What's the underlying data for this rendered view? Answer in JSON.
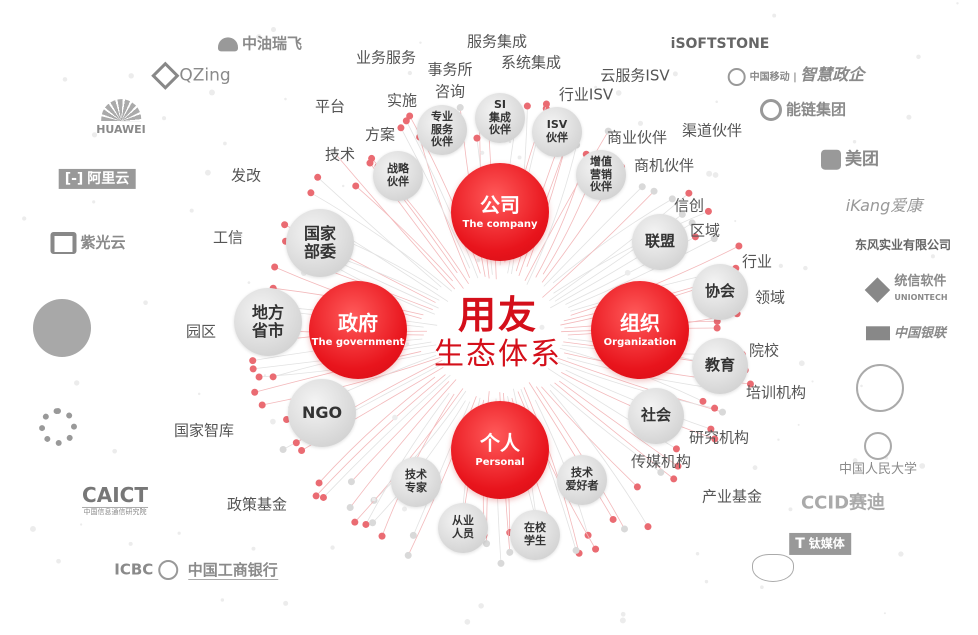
{
  "center": {
    "title_line1": "用友",
    "title_line2": "生态体系"
  },
  "core_nodes": [
    {
      "zh": "公司",
      "en": "The company"
    },
    {
      "zh": "政府",
      "en": "The government"
    },
    {
      "zh": "组织",
      "en": "Organization"
    },
    {
      "zh": "个人",
      "en": "Personal"
    }
  ],
  "sub_nodes": {
    "company": [
      "战略\n伙伴",
      "专业\n服务\n伙伴",
      "SI\n集成\n伙伴",
      "ISV\n伙伴",
      "增值\n营销\n伙伴"
    ],
    "government": [
      "国家\n部委",
      "地方\n省市",
      "NGO"
    ],
    "organization": [
      "联盟",
      "协会",
      "教育",
      "社会"
    ],
    "personal": [
      "技术\n专家",
      "技术\n爱好者",
      "从业\n人员",
      "在校\n学生"
    ]
  },
  "outer_labels": [
    "服务集成",
    "业务服务",
    "事务所",
    "系统集成",
    "咨询",
    "云服务ISV",
    "实施",
    "行业ISV",
    "平台",
    "方案",
    "商业伙伴",
    "渠道伙伴",
    "技术",
    "商机伙伴",
    "发改",
    "信创",
    "区域",
    "工信",
    "行业",
    "领域",
    "园区",
    "院校",
    "培训机构",
    "国家智库",
    "研究机构",
    "传媒机构",
    "产业基金",
    "政策基金"
  ],
  "logos": [
    "中油瑞飞",
    "QZing",
    "HUAWEI",
    "阿里云",
    "紫光云",
    "CAICT",
    "中国信息通信研究院",
    "ICBC",
    "中国工商银行",
    "iSOFTSTONE",
    "中国移动",
    "智慧政企",
    "能链集团",
    "美团",
    "iKang爱康",
    "东风实业有限公司",
    "统信软件",
    "UNIONTECH",
    "中国银联",
    "中国人民大学",
    "CCID赛迪",
    "钛媒体"
  ],
  "colors": {
    "accent": "#e8141c",
    "node_grey": "#d6d6d6",
    "label_text": "#555555",
    "logo_grey": "#8a8a8a"
  }
}
